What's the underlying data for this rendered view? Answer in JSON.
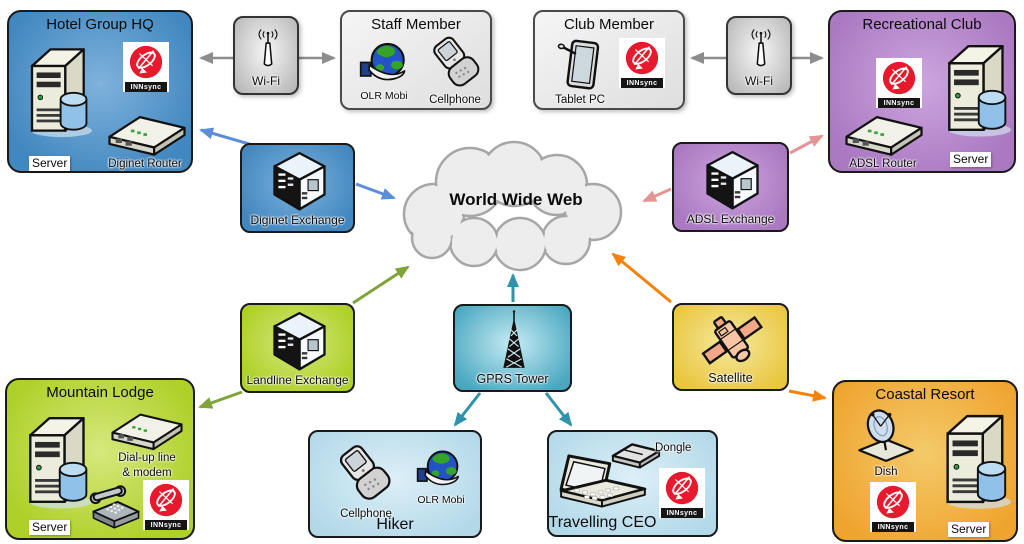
{
  "logo": {
    "text": "INNsync"
  },
  "cloud": {
    "label": "World Wide Web"
  },
  "nodes": {
    "hotel": {
      "title": "Hotel Group HQ",
      "server": "Server",
      "router": "Diginet Router"
    },
    "wifi_left": {
      "label": "Wi-Fi"
    },
    "staff": {
      "title": "Staff Member",
      "olr": "OLR Mobi",
      "cellphone": "Cellphone"
    },
    "club_member": {
      "title": "Club Member",
      "tablet": "Tablet PC"
    },
    "wifi_right": {
      "label": "Wi-Fi"
    },
    "rec_club": {
      "title": "Recreational Club",
      "router": "ADSL Router",
      "server": "Server"
    },
    "diginet_exchange": {
      "label": "Diginet Exchange"
    },
    "adsl_exchange": {
      "label": "ADSL Exchange"
    },
    "landline_exchange": {
      "label": "Landline Exchange"
    },
    "gprs": {
      "label": "GPRS Tower"
    },
    "satellite": {
      "label": "Satellite"
    },
    "mountain_lodge": {
      "title": "Mountain Lodge",
      "server": "Server",
      "modem_line1": "Dial-up line",
      "modem_line2": "& modem"
    },
    "hiker": {
      "title": "Hiker",
      "cellphone": "Cellphone",
      "olr": "OLR Mobi"
    },
    "ceo": {
      "title": "Travelling CEO",
      "dongle": "Dongle"
    },
    "coastal": {
      "title": "Coastal Resort",
      "dish": "Dish",
      "server": "Server"
    }
  },
  "colors": {
    "hotel_blue": "#4288c0",
    "hotel_blue_light": "#7fb2dc",
    "purple": "#ab79c2",
    "purple_light": "#cca6de",
    "green": "#aed028",
    "green_light": "#d6e87e",
    "teal": "#49a8c0",
    "teal_light": "#c6ebf3",
    "gold": "#e9c63e",
    "gold_light": "#f6e9a0",
    "orange": "#efa42f",
    "orange_light": "#f4ca6a",
    "lightblue": "#b3d9e9",
    "lightblue_light": "#ddeff7",
    "logo_red": "#e8192c",
    "arrow_gray": "#8c8c8c",
    "arrow_blue": "#5b8dd9",
    "arrow_pink": "#e59494",
    "arrow_green": "#7ea43a",
    "arrow_teal": "#2f93ac",
    "arrow_orange": "#f5820b"
  }
}
